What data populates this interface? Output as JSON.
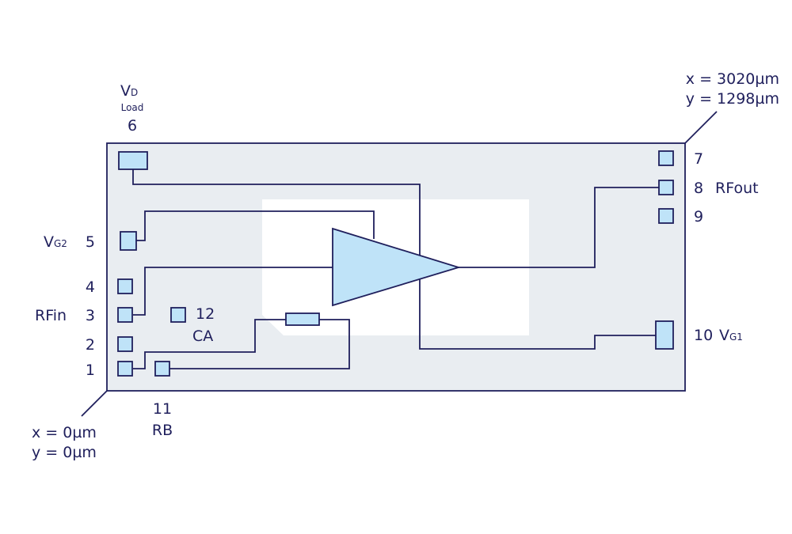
{
  "colors": {
    "ink": "#1f1f5c",
    "die": "#e9edf1",
    "pad": "#bfe3f8",
    "window": "#ffffff"
  },
  "coords": {
    "top_right_x": "x = 3020µm",
    "top_right_y": "y = 1298µm",
    "bottom_left_x": "x = 0µm",
    "bottom_left_y": "y = 0µm"
  },
  "pins": {
    "p1": "1",
    "p2": "2",
    "p3": "3",
    "p3_name": "RFin",
    "p4": "4",
    "p5": "5",
    "p5_name_main": "V",
    "p5_name_sub": "G2",
    "p6": "6",
    "p6_name_main": "V",
    "p6_name_sub": "D",
    "p6_name_load": "Load",
    "p7": "7",
    "p8": "8",
    "p8_name": "RFout",
    "p9": "9",
    "p10": "10",
    "p10_name_main": "V",
    "p10_name_sub": "G1",
    "p11": "11",
    "p11_name": "RB",
    "p12": "12",
    "p12_name": "CA"
  }
}
